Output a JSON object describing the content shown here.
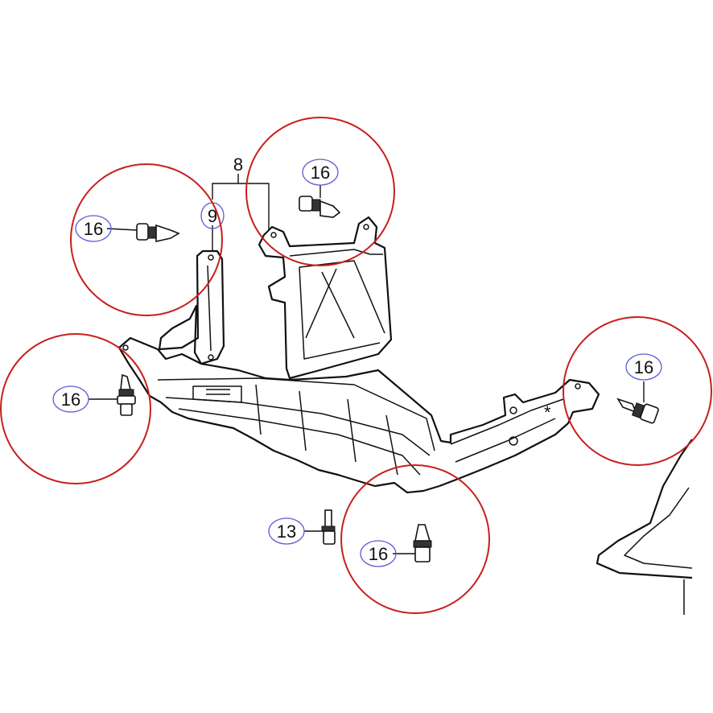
{
  "colors": {
    "background": "#ffffff",
    "line": "#111111",
    "callout_ring": "#5b5bd6",
    "highlight_circle": "#c81e1e"
  },
  "callouts": {
    "group_8": "8",
    "item_9": "9",
    "item_13": "13",
    "clip_top_left": "16",
    "clip_top_center": "16",
    "clip_left": "16",
    "clip_right": "16",
    "clip_bottom": "16"
  }
}
